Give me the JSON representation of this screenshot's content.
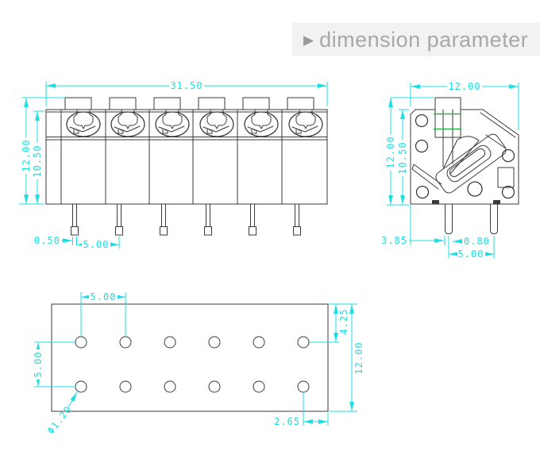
{
  "header": {
    "arrow_icon": "▶",
    "title": "dimension parameter"
  },
  "colors": {
    "dimension_cyan": "#1bdfe0",
    "outline_dark": "#3a3a3a",
    "accent_green": "#2eb34a",
    "title_text_gray": "#a8a8a8",
    "title_band_gray": "#f2f2f2"
  },
  "front_view": {
    "positions": 6,
    "dim_width": "31.50",
    "dim_total_height": "12.00",
    "dim_body_height": "10.50",
    "dim_pin_width": "0.50",
    "dim_pin_pitch": "5.00"
  },
  "side_view": {
    "dim_width": "12.00",
    "dim_total_height": "12.00",
    "dim_body_height": "10.50",
    "dim_edge_to_pin": "3.85",
    "dim_pin_width": "0.80",
    "dim_pin_pitch": "5.00"
  },
  "bottom_view": {
    "hole_rows": 2,
    "hole_cols": 6,
    "dim_hole_pitch": "5.00",
    "dim_row_pitch": "5.00",
    "dim_top_to_row": "4.25",
    "dim_height": "12.00",
    "dim_hole_diameter": "Φ1.20",
    "dim_hole_to_edge": "2.65"
  }
}
